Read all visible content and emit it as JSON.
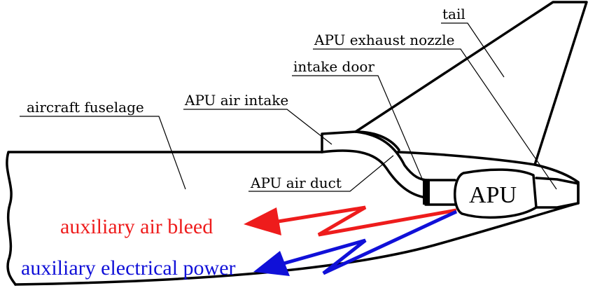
{
  "labels": {
    "tail": "tail",
    "exhaust_nozzle": "APU exhaust nozzle",
    "intake_door": "intake door",
    "air_intake": "APU air intake",
    "fuselage": "aircraft fuselage",
    "air_duct": "APU air duct",
    "apu": "APU",
    "air_bleed": "auxiliary air bleed",
    "electrical_power": "auxiliary electrical power"
  },
  "colors": {
    "air_bleed": "#ee1c1c",
    "electrical_power": "#1010d8",
    "outline": "#000000"
  }
}
